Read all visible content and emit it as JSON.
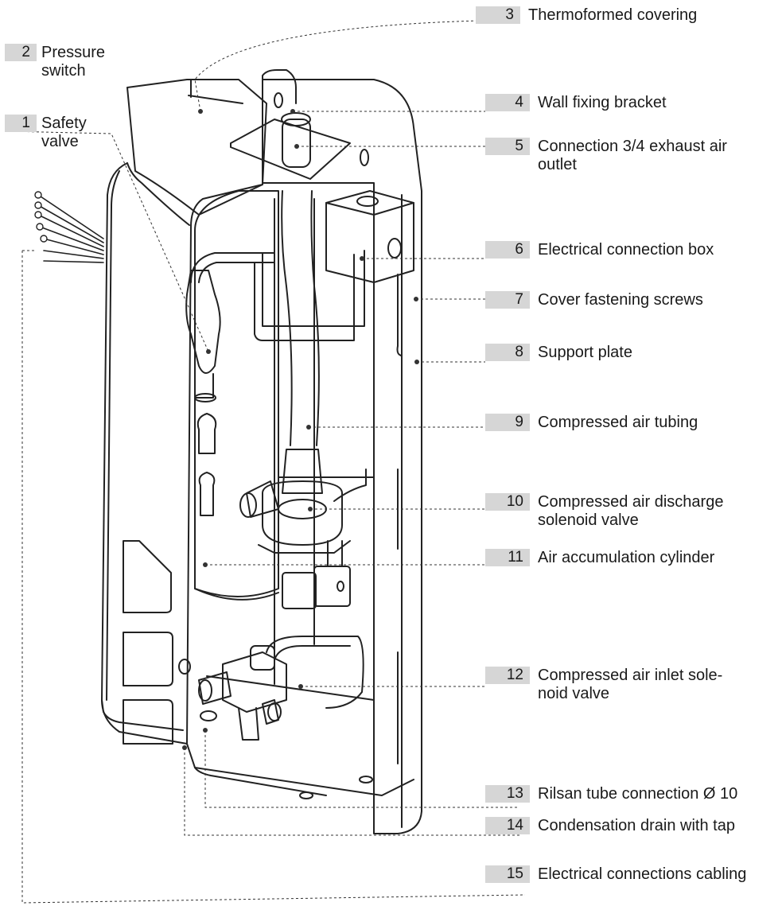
{
  "labels": [
    {
      "num": "1",
      "text": "Safety\nvalve"
    },
    {
      "num": "2",
      "text": "Pressure\nswitch"
    },
    {
      "num": "3",
      "text": "Thermoformed covering"
    },
    {
      "num": "4",
      "text": "Wall fixing bracket"
    },
    {
      "num": "5",
      "text": "Connection 3/4 exhaust air\noutlet"
    },
    {
      "num": "6",
      "text": "Electrical connection box"
    },
    {
      "num": "7",
      "text": "Cover fastening screws"
    },
    {
      "num": "8",
      "text": "Support plate"
    },
    {
      "num": "9",
      "text": "Compressed air tubing"
    },
    {
      "num": "10",
      "text": "Compressed air discharge\nsolenoid valve"
    },
    {
      "num": "11",
      "text": "Air accumulation cylinder"
    },
    {
      "num": "12",
      "text": "Compressed air inlet sole-\nnoid valve"
    },
    {
      "num": "13",
      "text": "Rilsan tube connection Ø 10"
    },
    {
      "num": "14",
      "text": "Condensation drain with tap"
    },
    {
      "num": "15",
      "text": "Electrical connections cabling"
    }
  ]
}
